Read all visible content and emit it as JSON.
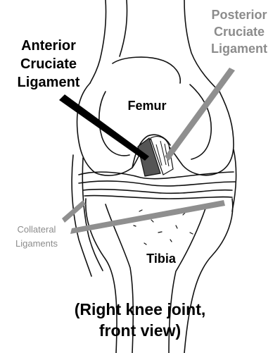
{
  "labels": {
    "acl": [
      "Anterior",
      "Cruciate",
      "Ligament"
    ],
    "pcl": [
      "Posterior",
      "Cruciate",
      "Ligament"
    ],
    "femur": "Femur",
    "tibia": "Tibia",
    "collateral": [
      "Collateral",
      "Ligaments"
    ],
    "caption": [
      "(Right knee joint,",
      "front view)"
    ]
  },
  "colors": {
    "line": "#111111",
    "primary_label": "#000000",
    "secondary_label": "#8c8c8c",
    "pointer_acl": "#000000",
    "pointer_gray": "#8f8f8f",
    "ligament_fill": "#555555"
  }
}
